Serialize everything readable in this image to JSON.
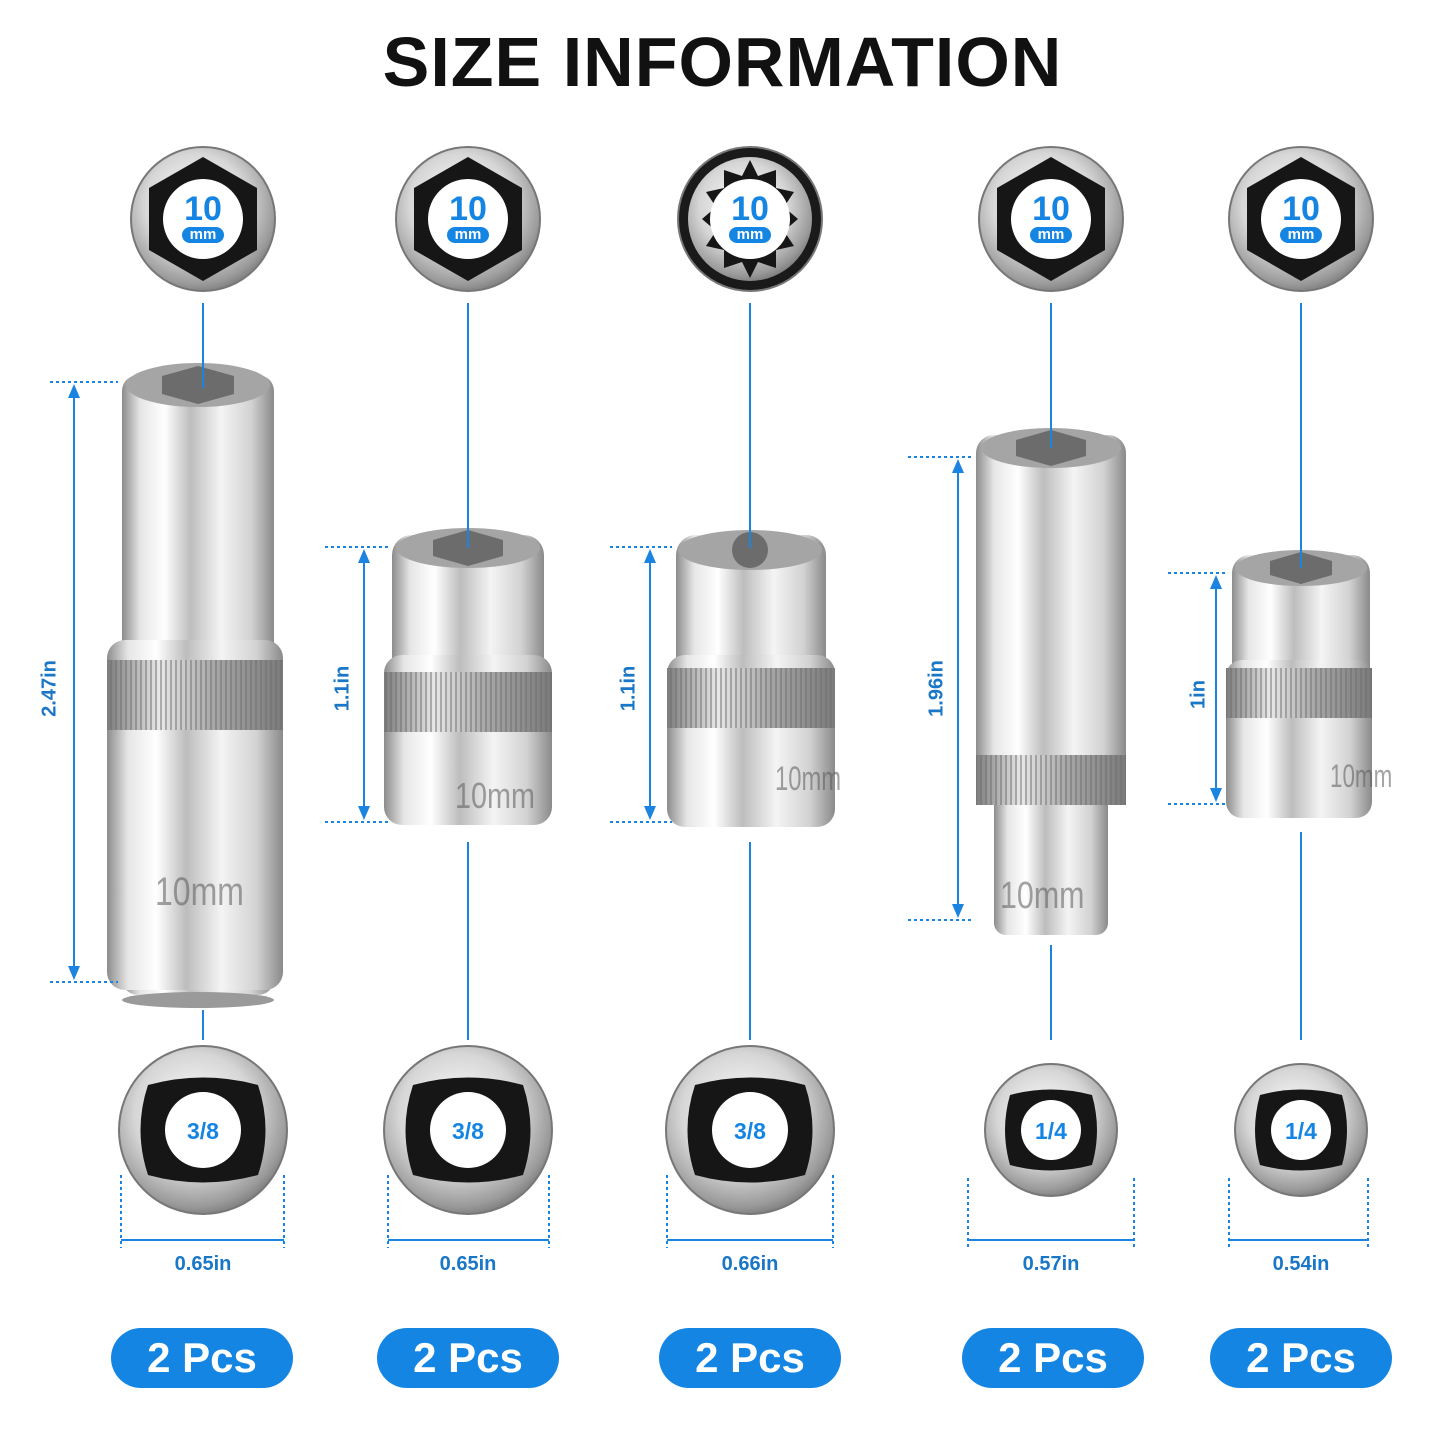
{
  "title": "SIZE INFORMATION",
  "colors": {
    "accent": "#1585e3",
    "dimension_text": "#1a76c6",
    "chrome": "#c8c8c8"
  },
  "sockets": [
    {
      "size": "10",
      "unit": "mm",
      "drive": "3/8",
      "height": "2.47in",
      "width": "0.65in",
      "qty": "2 Pcs",
      "point": "6-point",
      "depth": "deep",
      "engraving": "10mm"
    },
    {
      "size": "10",
      "unit": "mm",
      "drive": "3/8",
      "height": "1.1in",
      "width": "0.65in",
      "qty": "2 Pcs",
      "point": "6-point",
      "depth": "standard",
      "engraving": "10mm"
    },
    {
      "size": "10",
      "unit": "mm",
      "drive": "3/8",
      "height": "1.1in",
      "width": "0.66in",
      "qty": "2 Pcs",
      "point": "12-point",
      "depth": "standard",
      "engraving": "10mm"
    },
    {
      "size": "10",
      "unit": "mm",
      "drive": "1/4",
      "height": "1.96in",
      "width": "0.57in",
      "qty": "2 Pcs",
      "point": "6-point",
      "depth": "deep",
      "engraving": "10mm"
    },
    {
      "size": "10",
      "unit": "mm",
      "drive": "1/4",
      "height": "1in",
      "width": "0.54in",
      "qty": "2 Pcs",
      "point": "6-point",
      "depth": "standard",
      "engraving": "10mm"
    }
  ]
}
